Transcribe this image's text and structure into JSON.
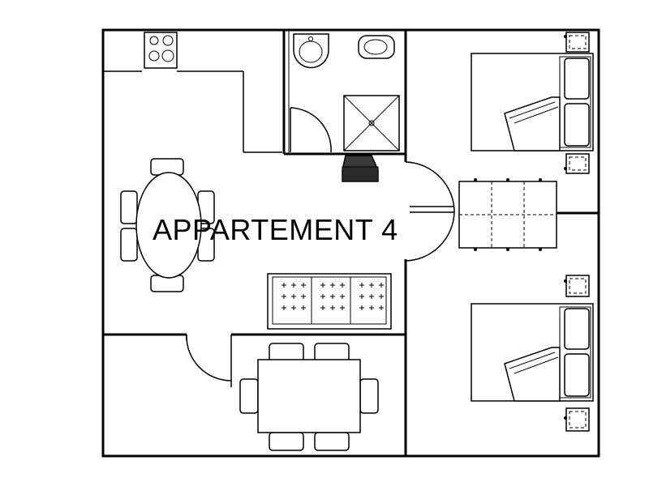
{
  "plan": {
    "title": "APPARTEMENT 4",
    "rooms": [
      "living-dining",
      "kitchen",
      "bathroom",
      "bedroom-1",
      "bedroom-2",
      "dining-room"
    ],
    "colors": {
      "line": "#000000",
      "background": "#ffffff"
    }
  }
}
